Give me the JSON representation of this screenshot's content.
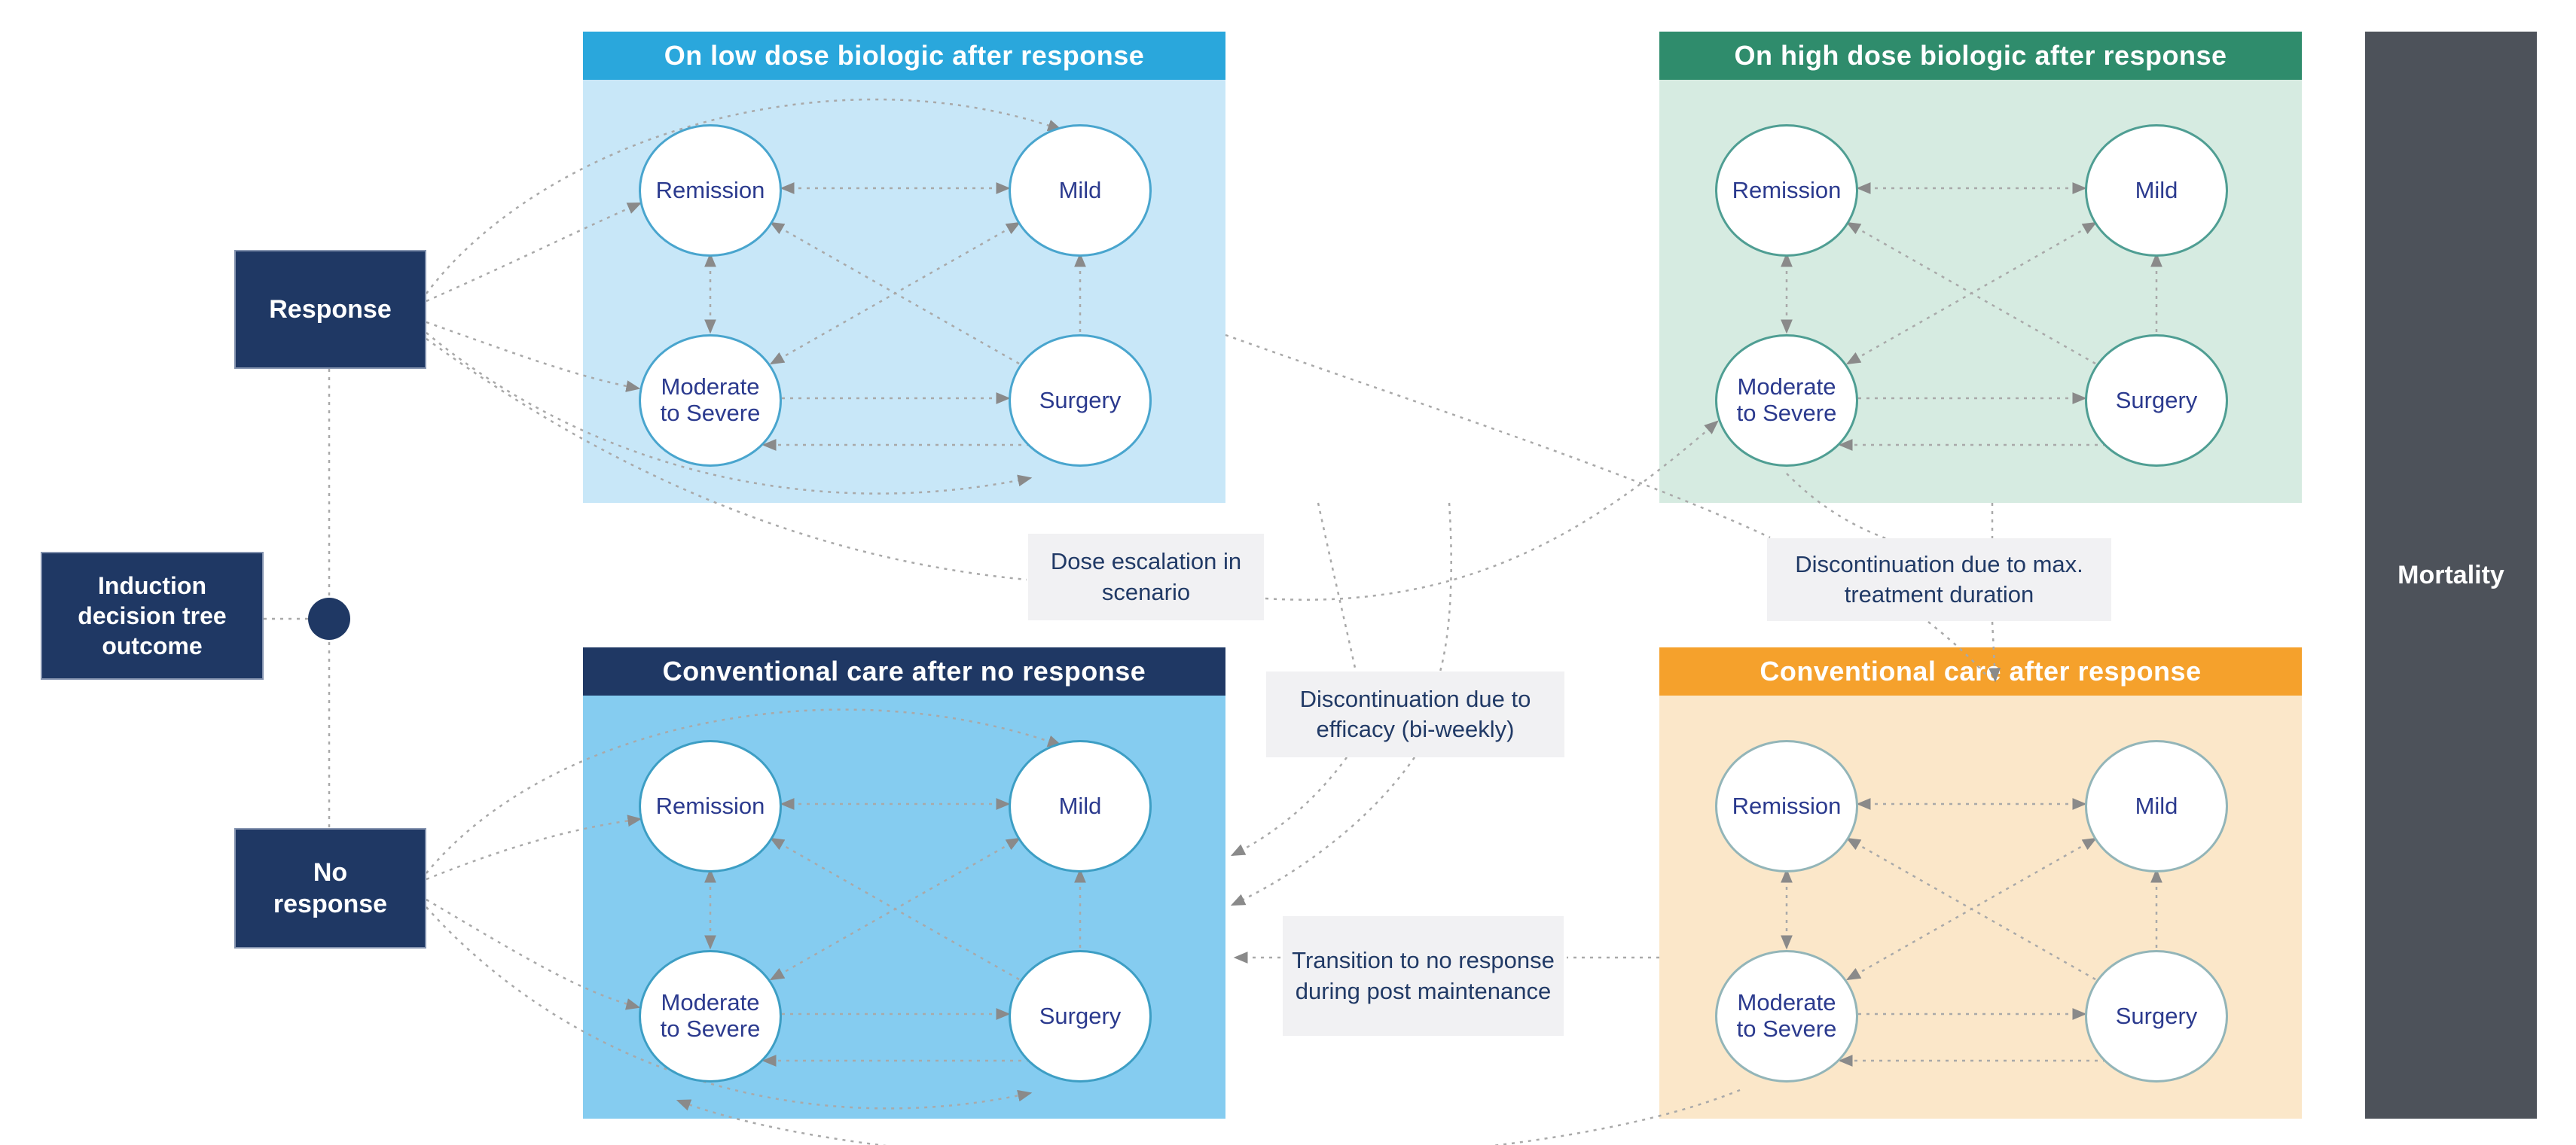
{
  "decision_tree": {
    "outcome_label": "Induction\ndecision tree\noutcome",
    "branches": [
      {
        "label": "Response"
      },
      {
        "label": "No\nresponse"
      }
    ]
  },
  "states": [
    "Remission",
    "Mild",
    "Moderate to Severe",
    "Surgery"
  ],
  "panels": [
    {
      "title": "On low dose biologic after response",
      "header_bg": "#2AA7DC",
      "body_bg": "#C8E7F8",
      "node_stroke": "#49A5CE"
    },
    {
      "title": "On high dose biologic after response",
      "header_bg": "#2F8C6C",
      "body_bg": "#D6EBE1",
      "node_stroke": "#4F9E93"
    },
    {
      "title": "Conventional care after no response",
      "header_bg": "#1F3864",
      "body_bg": "#85CCF0",
      "node_stroke": "#3D9EC4"
    },
    {
      "title": "Conventional care after response",
      "header_bg": "#F5A12C",
      "body_bg": "#FBE7C9",
      "node_stroke": "#93B5B8"
    }
  ],
  "annotations": [
    {
      "text": "Dose escalation in scenario"
    },
    {
      "text": "Discontinuation due to max. treatment duration"
    },
    {
      "text": "Discontinuation due to efficacy (bi-weekly)"
    },
    {
      "text": "Transition to no response during post maintenance"
    }
  ],
  "mortality": {
    "label": "Mortality",
    "bg": "#4D525A"
  },
  "colors": {
    "decision_box_bg": "#1F3864",
    "decision_box_text": "#FFFFFF",
    "node_fill": "#FFFFFF",
    "node_text": "#2B3A8E",
    "connector": "#A9A9A9",
    "arrowhead": "#8A8A8A",
    "label_bg": "#F1F1F3",
    "label_text": "#213A66"
  }
}
